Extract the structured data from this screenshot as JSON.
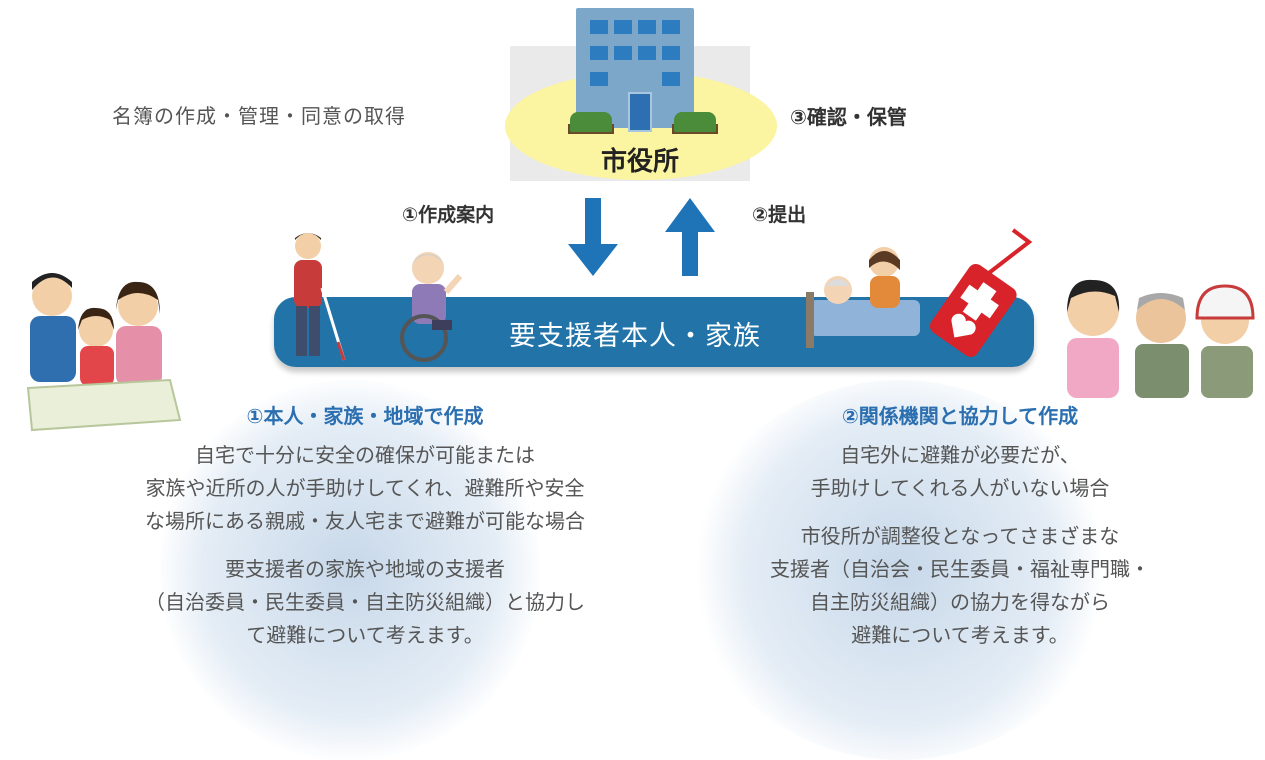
{
  "city_hall": {
    "label": "市役所"
  },
  "left_text": "名簿の作成・管理・同意の取得",
  "right_text": "③確認・保管",
  "flow": {
    "step1": "①作成案内",
    "step2": "②提出"
  },
  "band": {
    "label": "要支援者本人・家族"
  },
  "left_column": {
    "heading": "①本人・家族・地域で作成",
    "para1": "自宅で十分に安全の確保が可能または\n家族や近所の人が手助けしてくれ、避難所や安全\nな場所にある親戚・友人宅まで避難が可能な場合",
    "para2": "要支援者の家族や地域の支援者\n（自治委員・民生委員・自主防災組織）と協力し\nて避難について考えます。"
  },
  "right_column": {
    "heading": "②関係機関と協力して作成",
    "para1": "自宅外に避難が必要だが、\n手助けしてくれる人がいない場合",
    "para2": "市役所が調整役となってさまざまな\n支援者（自治会・民生委員・福祉専門職・\n自主防災組織）の協力を得ながら\n避難について考えます。"
  },
  "colors": {
    "accent": "#2173a8",
    "heading": "#2b6fb0",
    "ellipse": "#fbf4a0",
    "help_mark": "#d8232a"
  },
  "icons": [
    "building-icon",
    "arrow-down-icon",
    "arrow-up-icon",
    "family-map-illustration",
    "blind-man-illustration",
    "wheelchair-elder-illustration",
    "bed-care-illustration",
    "help-mark-icon",
    "community-supporters-illustration"
  ]
}
